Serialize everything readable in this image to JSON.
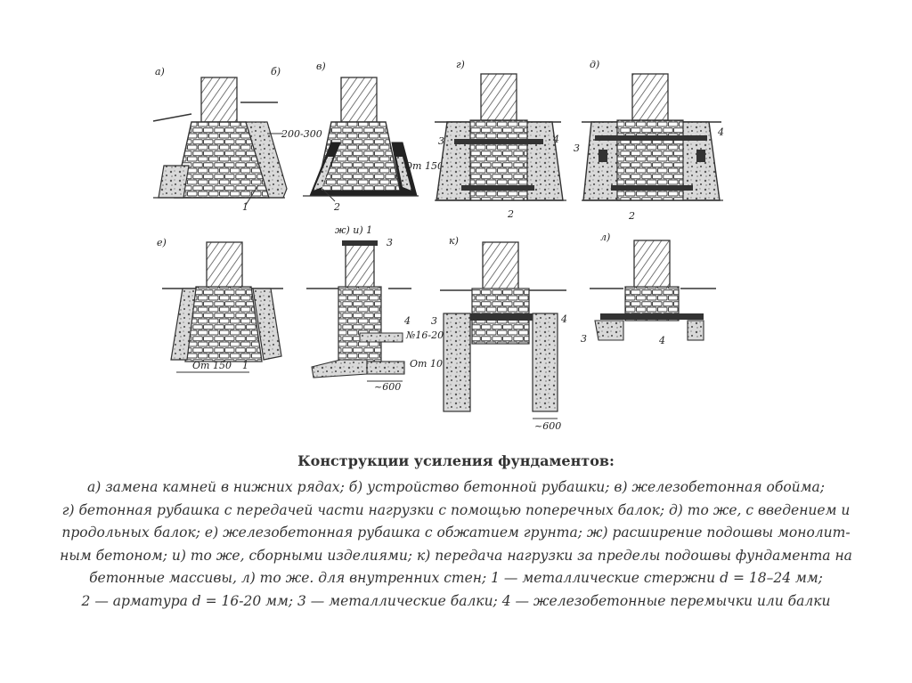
{
  "figure": {
    "panels": [
      {
        "id": "a",
        "label": "а)",
        "side_label": "б)",
        "dims": [
          "200-300"
        ],
        "callouts": [
          "1"
        ]
      },
      {
        "id": "v",
        "label": "в)",
        "dims": [
          "От 150"
        ],
        "callouts": [
          "2"
        ]
      },
      {
        "id": "g",
        "label": "г)",
        "callouts": [
          "3",
          "4",
          "2"
        ]
      },
      {
        "id": "d",
        "label": "д)",
        "callouts": [
          "3",
          "4",
          "2"
        ]
      },
      {
        "id": "e",
        "label": "е)",
        "dims": [
          "От 150"
        ],
        "callouts": [
          "1"
        ]
      },
      {
        "id": "zh",
        "label": "ж) и) 1",
        "dims": [
          "№16-20",
          "От 100",
          "~600"
        ],
        "callouts": [
          "3",
          "4"
        ]
      },
      {
        "id": "k",
        "label": "к)",
        "dims": [
          "~600"
        ],
        "callouts": [
          "3",
          "4"
        ]
      },
      {
        "id": "l",
        "label": "л)",
        "callouts": [
          "3",
          "4"
        ]
      }
    ]
  },
  "caption": {
    "title": "Конструкции усиления фундаментов:",
    "lines": [
      "а) замена камней в нижних рядах; б) устройство бетонной рубашки; в) железобетонная обойма;",
      "г) бетонная рубашка с передачей части нагрузки с помощью поперечных балок; д) то же, с введением и",
      "продольных балок; е) железобетонная рубашка с обжатием грунта; ж) расширение подошвы монолит-",
      "ным бетоном; и) то же, сборными изделиями; к) передача нагрузки за пределы подошвы фундамента на",
      "бетонные массивы, л) то же. для внутренних стен; 1 — металлические стержни d = 18–24 мм;",
      "2 — арматура d = 16-20 мм; 3 — металлические балки; 4 — железобетонные перемычки или балки"
    ]
  }
}
